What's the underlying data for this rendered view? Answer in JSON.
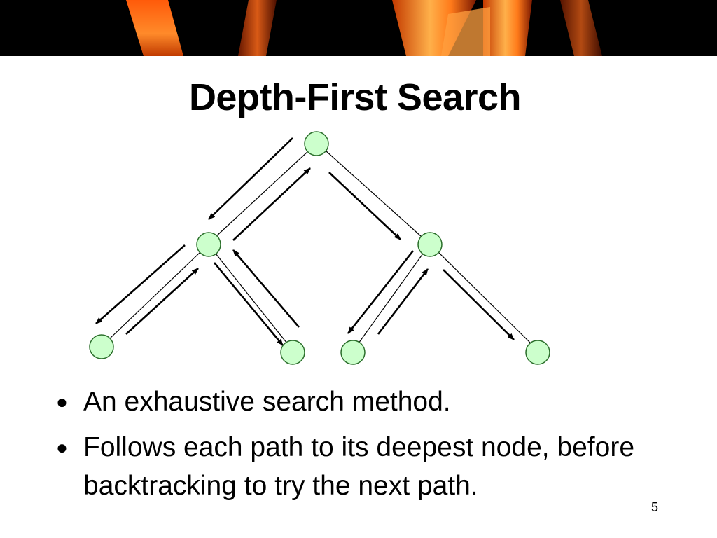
{
  "slide": {
    "title": "Depth-First Search",
    "bullets": [
      "An exhaustive search method.",
      "Follows each path to its deepest node, before backtracking to try the next path."
    ],
    "page_number": "5"
  },
  "diagram": {
    "node_fill": "#ccffcc",
    "node_stroke": "#2a6e2a",
    "edge_color": "#000000",
    "nodes": [
      "root",
      "left",
      "right",
      "left-left",
      "left-right",
      "right-left",
      "right-right"
    ],
    "edges": [
      [
        "root",
        "left"
      ],
      [
        "root",
        "right"
      ],
      [
        "left",
        "left-left"
      ],
      [
        "left",
        "left-right"
      ],
      [
        "right",
        "right-left"
      ],
      [
        "right",
        "right-right"
      ]
    ]
  },
  "theme": {
    "banner_color": "#000000",
    "flame_color": "#ff7a1a"
  }
}
